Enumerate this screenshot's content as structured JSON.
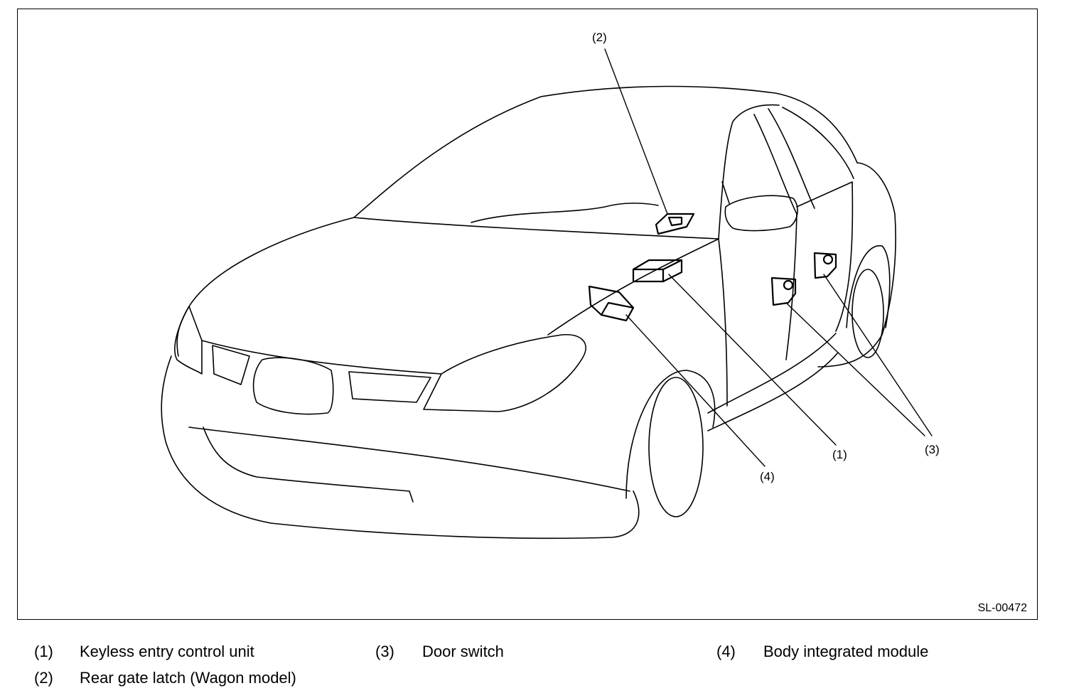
{
  "figure": {
    "code": "SL-00472",
    "callouts": {
      "c1": "(1)",
      "c2": "(2)",
      "c3": "(3)",
      "c4": "(4)"
    }
  },
  "legend": [
    {
      "num": "(1)",
      "text": "Keyless entry control unit"
    },
    {
      "num": "(2)",
      "text": "Rear gate latch (Wagon model)"
    },
    {
      "num": "(3)",
      "text": "Door switch"
    },
    {
      "num": "(4)",
      "text": "Body integrated module"
    }
  ]
}
